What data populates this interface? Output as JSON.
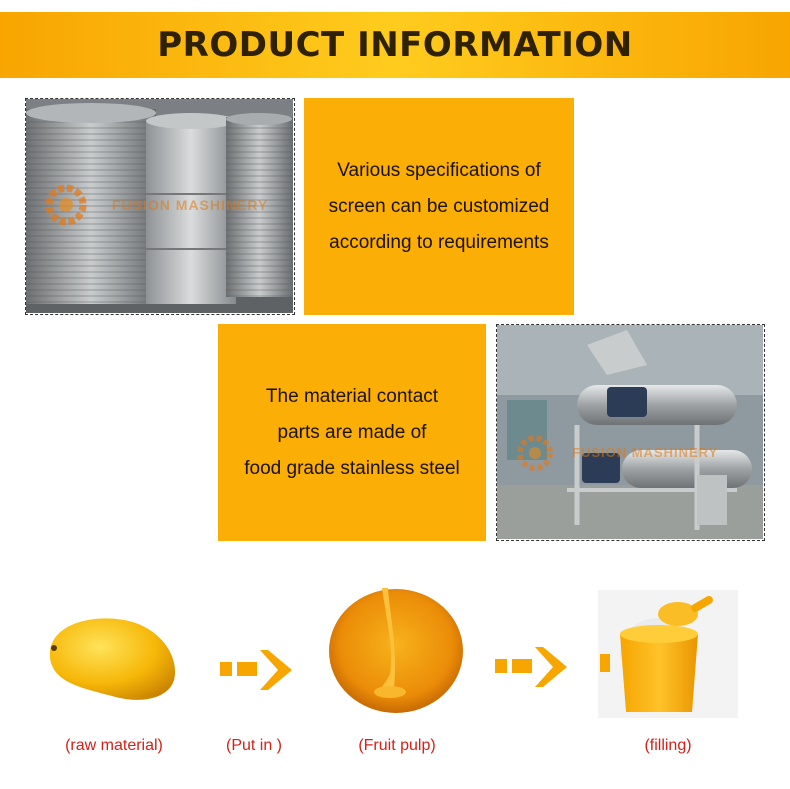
{
  "banner": {
    "title": "PRODUCT INFORMATION"
  },
  "features": [
    {
      "lines": [
        "Various specifications of",
        "screen can be customized",
        "according to requirements"
      ]
    },
    {
      "lines": [
        "The material contact",
        "parts are made of",
        "food grade stainless steel"
      ]
    }
  ],
  "watermark": "FUSION MASHINERY",
  "process": [
    {
      "label": "(raw material)"
    },
    {
      "label": "(Put in )"
    },
    {
      "label": "(Fruit pulp)"
    },
    {
      "label": "(filling)"
    }
  ],
  "colors": {
    "accent": "#fbae05",
    "banner": "#ffc41a",
    "caption": "#d61f17",
    "arrow": "#f7a600"
  },
  "icons": [
    "gear-logo-icon",
    "right-arrow-icon"
  ]
}
